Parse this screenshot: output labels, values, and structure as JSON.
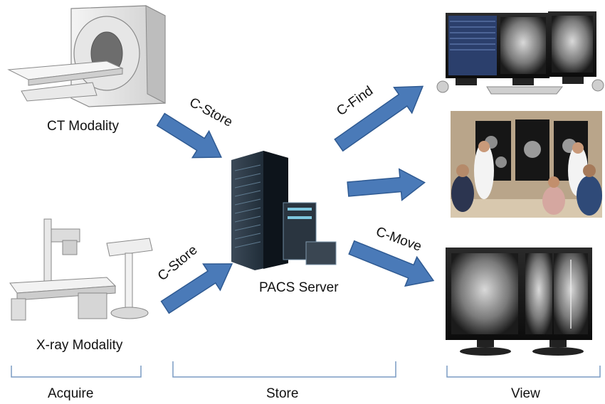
{
  "nodes": {
    "ct": "CT Modality",
    "xray": "X-ray Modality",
    "pacs": "PACS Server"
  },
  "arrows": {
    "ct_store": "C-Store",
    "xray_store": "C-Store",
    "find": "C-Find",
    "move": "C-Move"
  },
  "stages": {
    "acquire": "Acquire",
    "store": "Store",
    "view": "View"
  },
  "colors": {
    "arrow_fill": "#4a7ab8",
    "arrow_stroke": "#2f5a92",
    "bracket": "#7a9cc4"
  }
}
